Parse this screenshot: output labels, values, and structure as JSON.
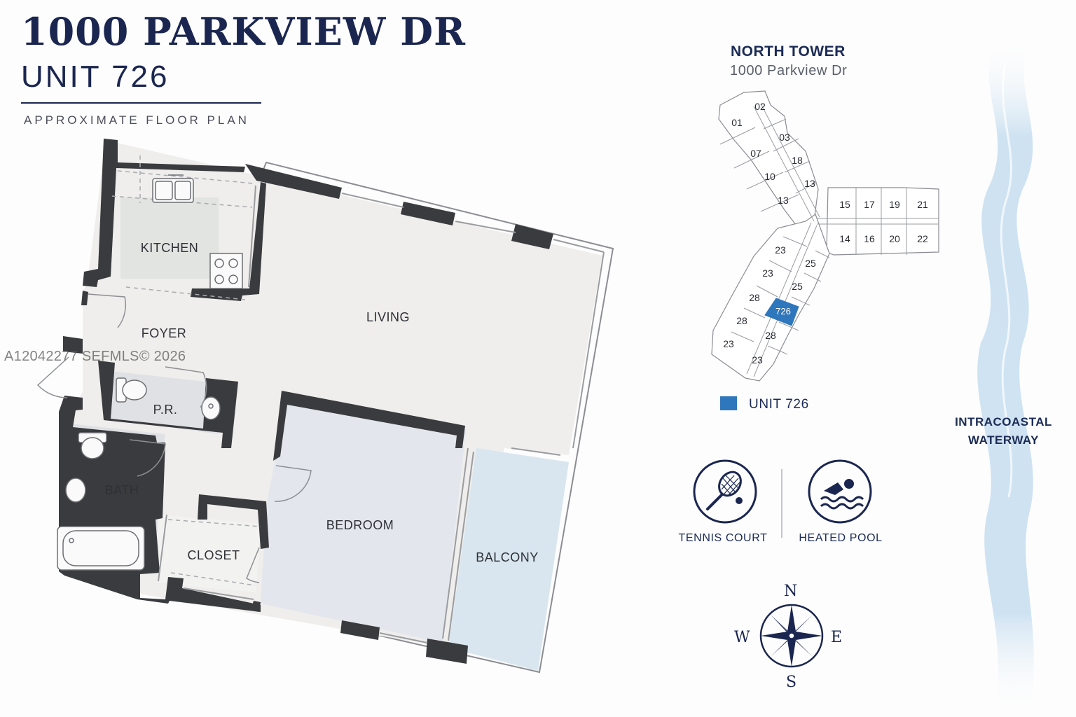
{
  "header": {
    "title": "1000 PARKVIEW DR",
    "unit": "UNIT 726",
    "subtitle": "APPROXIMATE FLOOR PLAN"
  },
  "watermark": "A12042277 SEFMLS© 2026",
  "rooms": {
    "kitchen": "KITCHEN",
    "foyer": "FOYER",
    "living": "LIVING",
    "powder_room": "P.R.",
    "bath": "BATH",
    "closet": "CLOSET",
    "bedroom": "BEDROOM",
    "balcony": "BALCONY"
  },
  "tower": {
    "title": "NORTH TOWER",
    "address": "1000 Parkview Dr",
    "units_upper_wing": [
      "01",
      "02",
      "03",
      "07",
      "18",
      "10",
      "13",
      "13"
    ],
    "units_east_wing": [
      "15",
      "17",
      "19",
      "21",
      "14",
      "16",
      "20",
      "22"
    ],
    "units_lower_wing": [
      "23",
      "25",
      "23",
      "25",
      "28",
      "726",
      "28",
      "28",
      "23",
      "23"
    ],
    "highlighted_unit": "726",
    "legend_label": "UNIT 726"
  },
  "colors": {
    "navy": "#1b2650",
    "highlight": "#2f77bc",
    "wall": "#3a3b3e",
    "bedroom_fill": "#e3e7ed",
    "balcony_fill": "#d9e6ef"
  },
  "waterway": {
    "line1": "INTRACOASTAL",
    "line2": "WATERWAY"
  },
  "amenities": [
    {
      "icon": "tennis-racket-icon",
      "label": "TENNIS COURT"
    },
    {
      "icon": "swimmer-icon",
      "label": "HEATED POOL"
    }
  ],
  "compass": {
    "n": "N",
    "e": "E",
    "s": "S",
    "w": "W"
  }
}
